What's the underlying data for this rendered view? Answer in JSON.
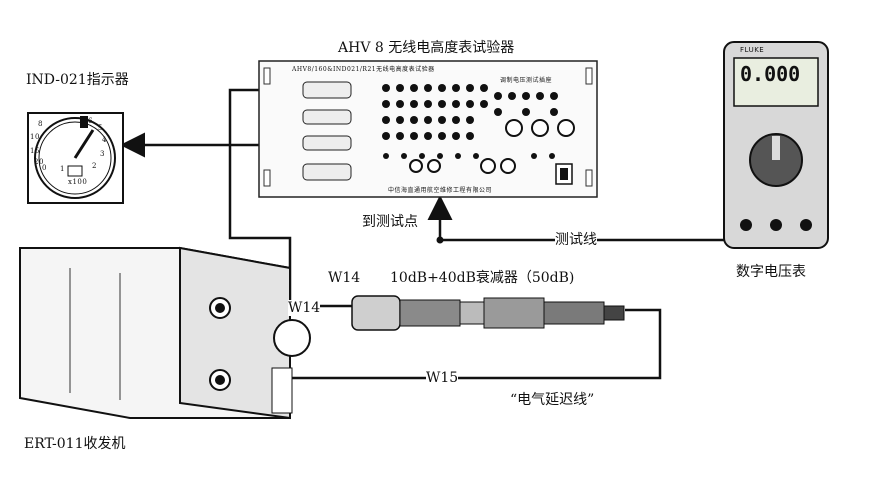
{
  "tester": {
    "title": "AHV 8 无线电高度表试验器",
    "panel_heading": "AHV8/160&IND021/R21无线电高度表试验器",
    "panel_maker": "中信海直通用航空维修工程有限公司",
    "panel_section": "调制电压测试插座"
  },
  "indicator": {
    "label": "IND-021指示器",
    "dial_marks": [
      "0",
      "1",
      "2",
      "3",
      "4",
      "5",
      "6",
      "8",
      "10",
      "15",
      "20"
    ],
    "unit_text": "x100"
  },
  "transceiver": {
    "label": "ERT-011收发机"
  },
  "multimeter": {
    "label": "数字电压表",
    "display": "0.000",
    "brand": "FLUKE"
  },
  "wires": {
    "to_test_point": "到测试点",
    "test_lead": "测试线",
    "w14_top": "W14",
    "w14_side": "W14",
    "w15": "W15",
    "delay_line": "“电气延迟线”"
  },
  "attenuator": {
    "label": "10dB+40dB衰减器（50dB)"
  }
}
